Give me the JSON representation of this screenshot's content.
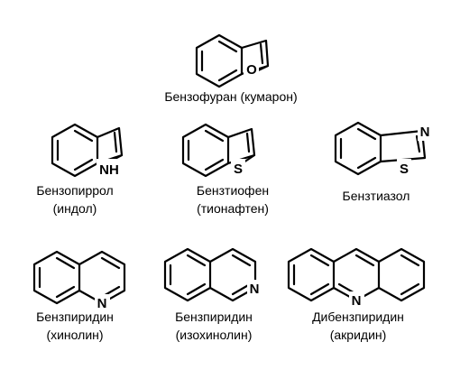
{
  "compounds": {
    "benzofuran": {
      "name": "Бензофуран (кумарон)",
      "heteroatom": "O"
    },
    "indole": {
      "name": "Бензопиррол",
      "alt_name": "(индол)",
      "heteroatom": "NH"
    },
    "thionaphthene": {
      "name": "Бензтиофен",
      "alt_name": "(тионафтен)",
      "heteroatom": "S"
    },
    "benzothiazole": {
      "name": "Бензтиазол",
      "heteroatom_n": "N",
      "heteroatom_s": "S"
    },
    "quinoline": {
      "name": "Бензпиридин",
      "alt_name": "(хинолин)",
      "heteroatom": "N"
    },
    "isoquinoline": {
      "name": "Бензпиридин",
      "alt_name": "(изохинолин)",
      "heteroatom": "N"
    },
    "acridine": {
      "name": "Дибензпиридин",
      "alt_name": "(акридин)",
      "heteroatom": "N"
    }
  }
}
